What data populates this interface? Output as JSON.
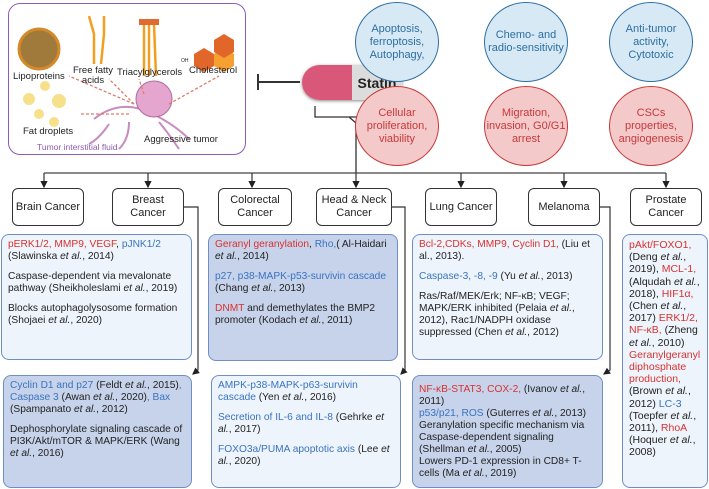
{
  "top_panel": {
    "labels": {
      "lipoproteins": "Lipoproteins",
      "free_fatty_acids": "Free fatty acids",
      "triacylglycerols": "Triacylglycerols",
      "cholesterol": "Cholesterol",
      "oh": "OH",
      "fat_droplets": "Fat droplets",
      "aggressive_tumor": "Aggressive tumor",
      "fluid": "Tumor interstitial fluid"
    }
  },
  "statin": {
    "label": "Statin"
  },
  "effects": {
    "promoted": [
      "Apoptosis, ferroptosis, Autophagy,",
      "Chemo- and radio-sensitivity",
      "Anti-tumor activity, Cytotoxic"
    ],
    "inhibited": [
      "Cellular proliferation, viability",
      "Migration, invasion, G0/G1 arrest",
      "CSCs properties, angiogenesis"
    ]
  },
  "cancers": [
    "Brain Cancer",
    "Breast Cancer",
    "Colorectal Cancer",
    "Head & Neck Cancer",
    "Lung Cancer",
    "Melanoma",
    "Prostate Cancer"
  ],
  "colors": {
    "red": "#d8322f",
    "blue": "#3a73c0",
    "promoted_border": "#2d6ea3",
    "inhibited_border": "#c9393b",
    "panel_border": "#8e5bb5"
  },
  "boxes": {
    "brain": [
      [
        [
          "r",
          "pERK1/2, MMP9, VEGF"
        ],
        [
          "k",
          ", "
        ],
        [
          "b",
          "pJNK1/2"
        ],
        [
          "k",
          " (Slawinska "
        ],
        [
          "ki",
          "et al."
        ],
        [
          "k",
          ", 2014)"
        ]
      ],
      [
        [
          "k",
          "Caspase-dependent via mevalonate pathway (Sheikholeslami "
        ],
        [
          "ki",
          "et al."
        ],
        [
          "k",
          ", 2019)"
        ]
      ],
      [
        [
          "k",
          "Blocks autophagolysosome formation (Shojaei "
        ],
        [
          "ki",
          "et al."
        ],
        [
          "k",
          ", 2020)"
        ]
      ]
    ],
    "breast": [
      [
        [
          "b",
          "Cyclin D1 and p27"
        ],
        [
          "k",
          " (Feldt "
        ],
        [
          "ki",
          "et al."
        ],
        [
          "k",
          ", 2015)"
        ],
        [
          "b",
          ", Caspase 3"
        ],
        [
          "k",
          " (Awan "
        ],
        [
          "ki",
          "et al."
        ],
        [
          "k",
          ", 2020)"
        ],
        [
          "b",
          ", Bax"
        ],
        [
          "k",
          " (Spampanato "
        ],
        [
          "ki",
          "et al."
        ],
        [
          "k",
          ", 2012)"
        ]
      ],
      [
        [
          "k",
          "Dephosphorylate signaling cascade of PI3K/Akt/mTOR & MAPK/ERK (Wang "
        ],
        [
          "ki",
          "et al."
        ],
        [
          "k",
          ", 2016)"
        ]
      ]
    ],
    "colorectal": [
      [
        [
          "r",
          "Geranyl geranylation"
        ],
        [
          "k",
          ", "
        ],
        [
          "b",
          "Rho,"
        ],
        [
          "k",
          "( Al-Haidari "
        ],
        [
          "ki",
          "et al."
        ],
        [
          "k",
          ", 2014)"
        ]
      ],
      [
        [
          "b",
          "p27, p38-MAPK-p53-survivin cascade"
        ],
        [
          "k",
          " (Chang "
        ],
        [
          "ki",
          "et al."
        ],
        [
          "k",
          ", 2013)"
        ]
      ],
      [
        [
          "r",
          "DNMT"
        ],
        [
          "k",
          " and demethylates the BMP2 promoter (Kodach "
        ],
        [
          "ki",
          "et al."
        ],
        [
          "k",
          ", 2011)"
        ]
      ]
    ],
    "head_neck": [
      [
        [
          "b",
          "AMPK-p38-MAPK-p63-survivin cascade"
        ],
        [
          "k",
          "  (Yen "
        ],
        [
          "ki",
          "et al."
        ],
        [
          "k",
          ", 2016)"
        ]
      ],
      [
        [
          "b",
          "Secretion of IL-6 and IL-8"
        ],
        [
          "k",
          " (Gehrke "
        ],
        [
          "ki",
          "et al."
        ],
        [
          "k",
          ", 2017)"
        ]
      ],
      [
        [
          "b",
          "FOXO3a/PUMA apoptotic axis"
        ],
        [
          "k",
          " (Lee "
        ],
        [
          "ki",
          "et al."
        ],
        [
          "k",
          ", 2020)"
        ]
      ]
    ],
    "lung": [
      [
        [
          "r",
          "Bcl-2,CDKs, MMP9, Cyclin D1,"
        ],
        [
          "k",
          " (Liu et al., 2013)."
        ]
      ],
      [
        [
          "b",
          "Caspase-3, -8, -9"
        ],
        [
          "k",
          " (Yu "
        ],
        [
          "ki",
          "et al."
        ],
        [
          "k",
          ", 2013)"
        ]
      ],
      [
        [
          "k",
          "Ras/Raf/MEK/Erk; NF-κB; VEGF; MAPK/ERK inhibited (Pelaia "
        ],
        [
          "ki",
          "et al."
        ],
        [
          "k",
          ", 2012), Rac1/NADPH oxidase suppressed (Chen "
        ],
        [
          "ki",
          "et al."
        ],
        [
          "k",
          ", 2012)"
        ]
      ]
    ],
    "melanoma": [
      [
        [
          "r",
          "NF-κB-STAT3, COX-2,"
        ],
        [
          "k",
          " (Ivanov "
        ],
        [
          "ki",
          "et al."
        ],
        [
          "k",
          ", 2011)"
        ]
      ],
      [
        [
          "b",
          "p53/p21, ROS"
        ],
        [
          "k",
          " (Guterres "
        ],
        [
          "ki",
          "et al."
        ],
        [
          "k",
          ", 2013)"
        ]
      ],
      [
        [
          "k",
          "Geranylation specific mechanism via Caspase-dependent signaling (Shellman "
        ],
        [
          "ki",
          "et al."
        ],
        [
          "k",
          ", 2005)"
        ]
      ],
      [
        [
          "k",
          "Lowers PD-1 expression in CD8+ T-cells (Ma "
        ],
        [
          "ki",
          "et al."
        ],
        [
          "k",
          ", 2019)"
        ]
      ]
    ],
    "prostate": [
      [
        [
          "r",
          "pAkt/FOXO1,"
        ],
        [
          "k",
          " (Deng "
        ],
        [
          "ki",
          "et al."
        ],
        [
          "k",
          ", 2019), "
        ],
        [
          "r",
          "MCL-1,"
        ],
        [
          "k",
          " (Alqudah "
        ],
        [
          "ki",
          "et al."
        ],
        [
          "k",
          ", 2018), "
        ],
        [
          "r",
          "HIF1α,"
        ],
        [
          "k",
          " (Chen "
        ],
        [
          "ki",
          "et al."
        ],
        [
          "k",
          ", 2017) "
        ],
        [
          "r",
          "ERK1/2, NF-κB,"
        ],
        [
          "k",
          " (Zheng "
        ],
        [
          "ki",
          "et al."
        ],
        [
          "k",
          ", 2010) "
        ],
        [
          "r",
          "Geranylgeranyl diphosphate production,"
        ],
        [
          "k",
          " (Brown "
        ],
        [
          "ki",
          "et al."
        ],
        [
          "k",
          ", 2012) "
        ],
        [
          "b",
          "LC-3"
        ],
        [
          "k",
          " (Toepfer "
        ],
        [
          "ki",
          "et al."
        ],
        [
          "k",
          ", 2011), "
        ],
        [
          "r",
          "RhoA"
        ],
        [
          "k",
          " (Hoquer "
        ],
        [
          "ki",
          "et al."
        ],
        [
          "k",
          ", 2008)"
        ]
      ]
    ]
  }
}
